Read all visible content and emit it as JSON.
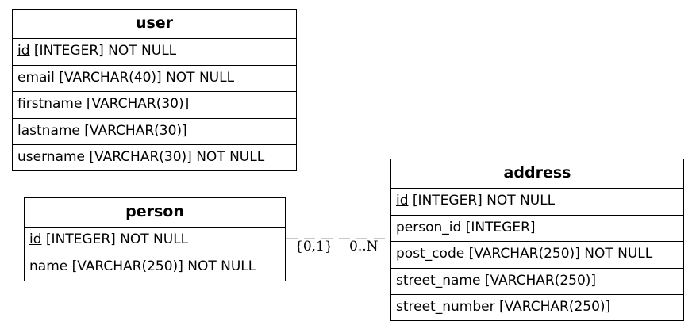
{
  "entities": {
    "user": {
      "title": "user",
      "attributes": [
        {
          "pk": "id",
          "rest": " [INTEGER] NOT NULL"
        },
        {
          "pk": "",
          "rest": "email [VARCHAR(40)] NOT NULL"
        },
        {
          "pk": "",
          "rest": "firstname [VARCHAR(30)]"
        },
        {
          "pk": "",
          "rest": "lastname [VARCHAR(30)]"
        },
        {
          "pk": "",
          "rest": "username [VARCHAR(30)] NOT NULL"
        }
      ]
    },
    "person": {
      "title": "person",
      "attributes": [
        {
          "pk": "id",
          "rest": " [INTEGER] NOT NULL"
        },
        {
          "pk": "",
          "rest": "name [VARCHAR(250)] NOT NULL"
        }
      ]
    },
    "address": {
      "title": "address",
      "attributes": [
        {
          "pk": "id",
          "rest": " [INTEGER] NOT NULL"
        },
        {
          "pk": "",
          "rest": "person_id [INTEGER]"
        },
        {
          "pk": "",
          "rest": "post_code [VARCHAR(250)] NOT NULL"
        },
        {
          "pk": "",
          "rest": "street_name [VARCHAR(250)]"
        },
        {
          "pk": "",
          "rest": "street_number [VARCHAR(250)]"
        }
      ]
    }
  },
  "relationship": {
    "from_cardinality": "{0,1}",
    "to_cardinality": "0..N",
    "line_color": "#a9a9a9"
  }
}
